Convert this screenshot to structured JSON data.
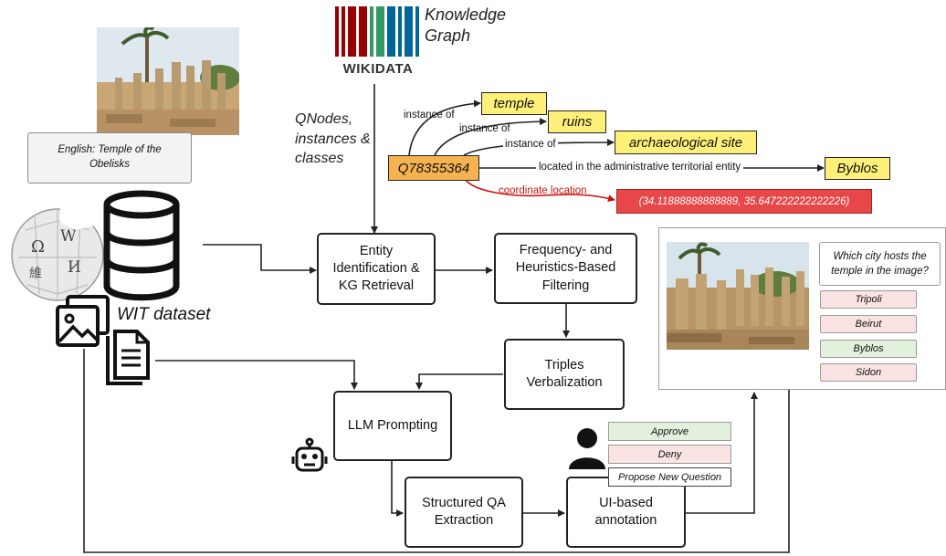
{
  "wikidata": {
    "logo_text": "WIKIDATA",
    "kg_title": "Knowledge\nGraph",
    "bar_colors": [
      "#990000",
      "#339966",
      "#006699"
    ]
  },
  "caption": "English: Temple of the\nObelisks",
  "qnodes_label": "QNodes,\ninstances &\nclasses",
  "kg": {
    "root": "Q78355364",
    "relations": [
      {
        "predicate": "instance of",
        "object": "temple"
      },
      {
        "predicate": "instance of",
        "object": "ruins"
      },
      {
        "predicate": "instance of",
        "object": "archaeological site"
      },
      {
        "predicate": "located in the administrative territorial entity",
        "object": "Byblos"
      }
    ],
    "coord_predicate": "coordinate location",
    "coord_value": "(34.11888888888889, 35.647222222222226)"
  },
  "wit_label": "WIT dataset",
  "pipeline": {
    "entity": "Entity\nIdentification &\nKG Retrieval",
    "filtering": "Frequency- and\nHeuristics-Based\nFiltering",
    "verbalization": "Triples\nVerbalization",
    "llm": "LLM Prompting",
    "structured": "Structured QA\nExtraction",
    "ui": "UI-based\nannotation"
  },
  "annotation_options": [
    "Approve",
    "Deny",
    "Propose New Question"
  ],
  "qa": {
    "question": "Which city hosts the\ntemple in the image?",
    "options": [
      "Tripoli",
      "Beirut",
      "Byblos",
      "Sidon"
    ],
    "correct": "Byblos"
  },
  "colors": {
    "yellow": "#fff07a",
    "orange": "#f6b24f",
    "red_box": "#e8474a",
    "red_line": "#cc1111",
    "green_opt": "#e3f1dc",
    "pink_opt": "#f9e3e3"
  },
  "icons": [
    "photo-icon",
    "wikidata-logo",
    "wikipedia-globe-icon",
    "database-icon",
    "image-icon",
    "document-icon",
    "robot-icon",
    "user-icon"
  ]
}
